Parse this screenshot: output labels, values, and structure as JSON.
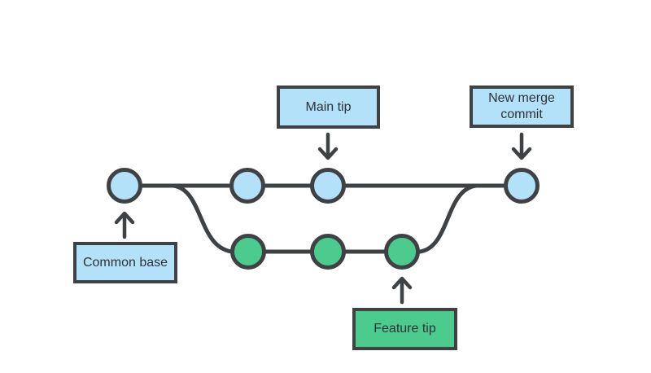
{
  "diagram": {
    "type": "git-merge-branch-diagram",
    "labels": {
      "main_tip": "Main tip",
      "new_merge_commit": "New merge commit",
      "common_base": "Common base",
      "feature_tip": "Feature tip"
    },
    "colors": {
      "main_commit_fill": "#b3e1fa",
      "feature_commit_fill": "#4ccb8e",
      "stroke": "#3e4245",
      "text": "#2e3236",
      "background": "#ffffff"
    },
    "structure": {
      "main_branch_commit_count": 4,
      "feature_branch_commit_count": 3,
      "annotations": [
        {
          "target": "common-base-commit",
          "label": "Common base",
          "arrow_direction": "up"
        },
        {
          "target": "main-tip-commit",
          "label": "Main tip",
          "arrow_direction": "down"
        },
        {
          "target": "feature-tip-commit",
          "label": "Feature tip",
          "arrow_direction": "up"
        },
        {
          "target": "merge-commit",
          "label": "New merge commit",
          "arrow_direction": "down"
        }
      ]
    }
  }
}
